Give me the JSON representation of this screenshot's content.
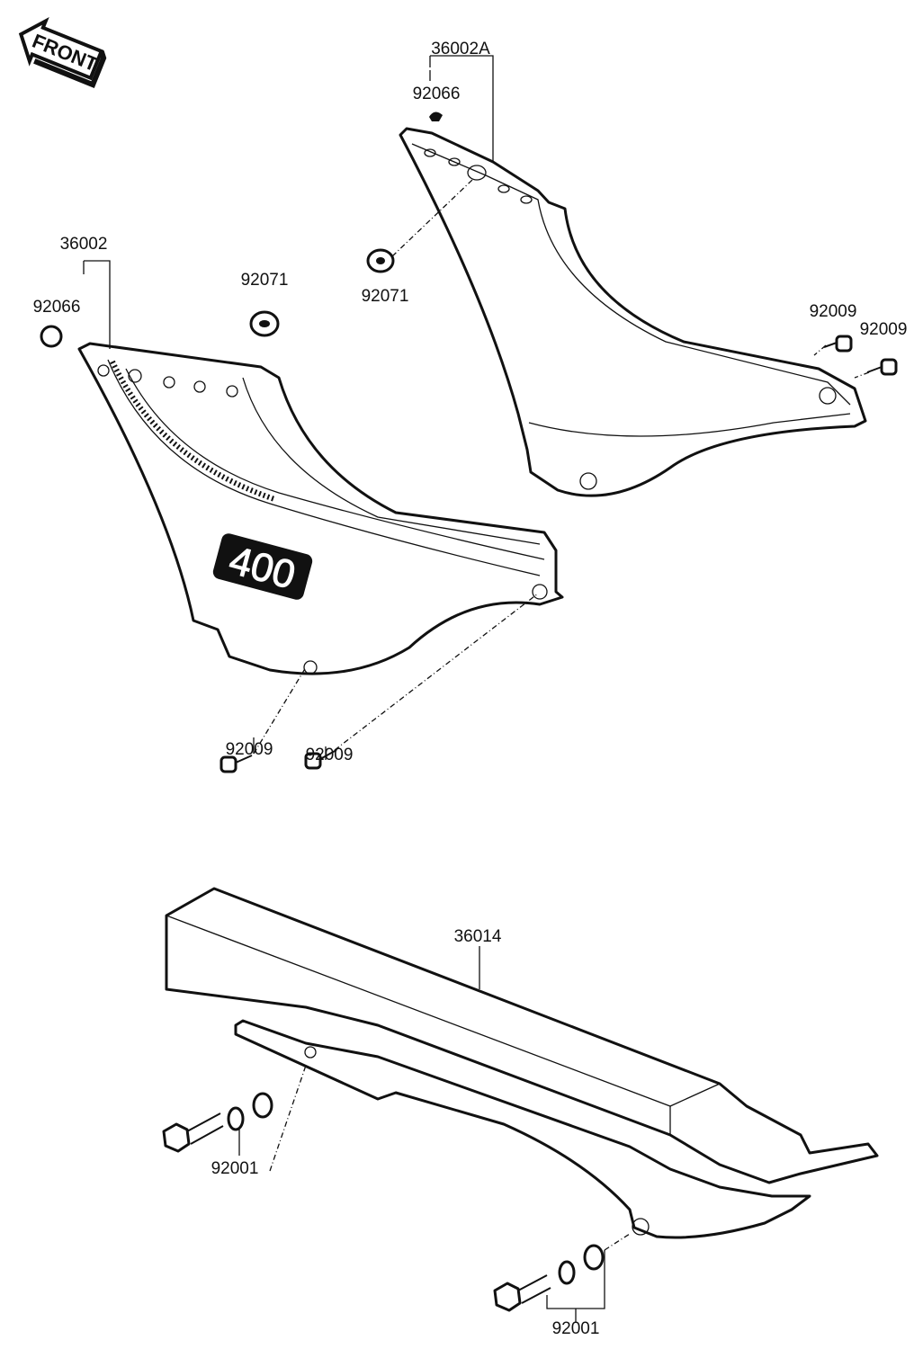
{
  "front_arrow": {
    "label": "FRONT"
  },
  "decal": {
    "text": "400"
  },
  "callouts": {
    "right_cover": "36002A",
    "right_cap": "92066",
    "right_grommet": "92071",
    "right_screw_1": "92009",
    "right_screw_2": "92009",
    "left_cover": "36002",
    "left_cap": "92066",
    "left_grommet": "92071",
    "left_screw_1": "92009",
    "left_screw_2": "92009",
    "chain_guard": "36014",
    "front_bolt": "92001",
    "rear_bolt": "92001"
  }
}
